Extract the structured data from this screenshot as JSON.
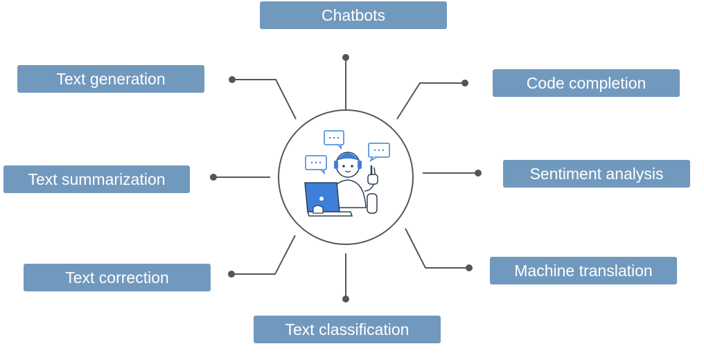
{
  "colors": {
    "label_bg": "#7199be",
    "label_text": "#ffffff",
    "line": "#555555",
    "circle_stroke": "#555555",
    "robot_blue": "#3d7fd9"
  },
  "center": {
    "icon": "robot-with-laptop-icon"
  },
  "applications": {
    "chatbots": "Chatbots",
    "text_generation": "Text generation",
    "code_completion": "Code completion",
    "text_summarization": "Text summarization",
    "sentiment_analysis": "Sentiment analysis",
    "text_correction": "Text correction",
    "machine_translation": "Machine translation",
    "text_classification": "Text classification"
  }
}
